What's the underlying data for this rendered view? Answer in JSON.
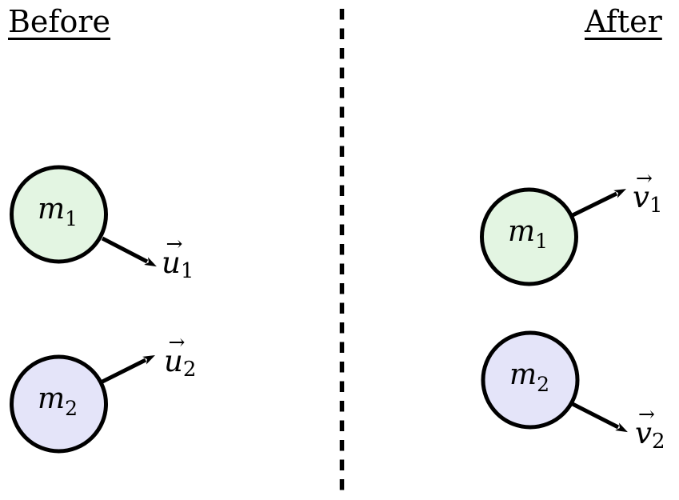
{
  "header": {
    "before_title": "Before",
    "after_title": "After"
  },
  "colors": {
    "mass1_fill": "#e3f5e2",
    "mass2_fill": "#e4e4f9",
    "outline": "#000000"
  },
  "before": {
    "mass1": {
      "letter": "m",
      "sub": "1"
    },
    "mass2": {
      "letter": "m",
      "sub": "2"
    },
    "velocity1": {
      "arrow": "→",
      "letter": "u",
      "sub": "1"
    },
    "velocity2": {
      "arrow": "→",
      "letter": "u",
      "sub": "2"
    }
  },
  "after": {
    "mass1": {
      "letter": "m",
      "sub": "1"
    },
    "mass2": {
      "letter": "m",
      "sub": "2"
    },
    "velocity1": {
      "arrow": "→",
      "letter": "v",
      "sub": "1"
    },
    "velocity2": {
      "arrow": "→",
      "letter": "v",
      "sub": "2"
    }
  }
}
